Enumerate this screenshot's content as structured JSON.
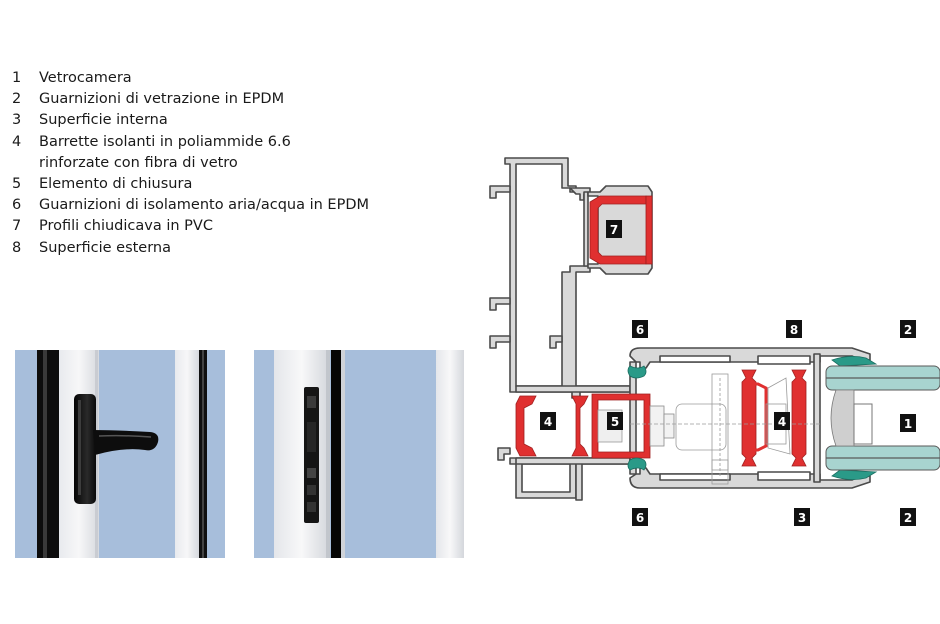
{
  "legend": {
    "items": [
      {
        "num": "1",
        "text": "Vetrocamera"
      },
      {
        "num": "2",
        "text": "Guarnizioni di vetrazione in EPDM"
      },
      {
        "num": "3",
        "text": "Superficie interna"
      },
      {
        "num": "4",
        "text": "Barrette isolanti in poliammide 6.6"
      },
      {
        "num": "",
        "text": "rinforzate con fibra di vetro"
      },
      {
        "num": "5",
        "text": "Elemento di chiusura"
      },
      {
        "num": "6",
        "text": "Guarnizioni di isolamento aria/acqua in EPDM"
      },
      {
        "num": "7",
        "text": "Profili chiudicava in PVC"
      },
      {
        "num": "8",
        "text": "Superficie esterna"
      }
    ]
  },
  "photos": {
    "handle": {
      "subject": "window-handle"
    },
    "lock": {
      "subject": "window-lock-hardware"
    }
  },
  "diagram": {
    "badges": {
      "b7": "7",
      "b6_top": "6",
      "b8": "8",
      "b2_top": "2",
      "b4_left": "4",
      "b5": "5",
      "b4_right": "4",
      "b1": "1",
      "b6_bottom": "6",
      "b3": "3",
      "b2_bottom": "2"
    },
    "colors": {
      "profile": "#d9d9d9",
      "outline": "#4a4a4a",
      "insulator": "#e03030",
      "gasket": "#2a9a88",
      "glass": "#a8d4d0",
      "badge": "#111111",
      "photo_sky": "#a7bedb"
    }
  }
}
